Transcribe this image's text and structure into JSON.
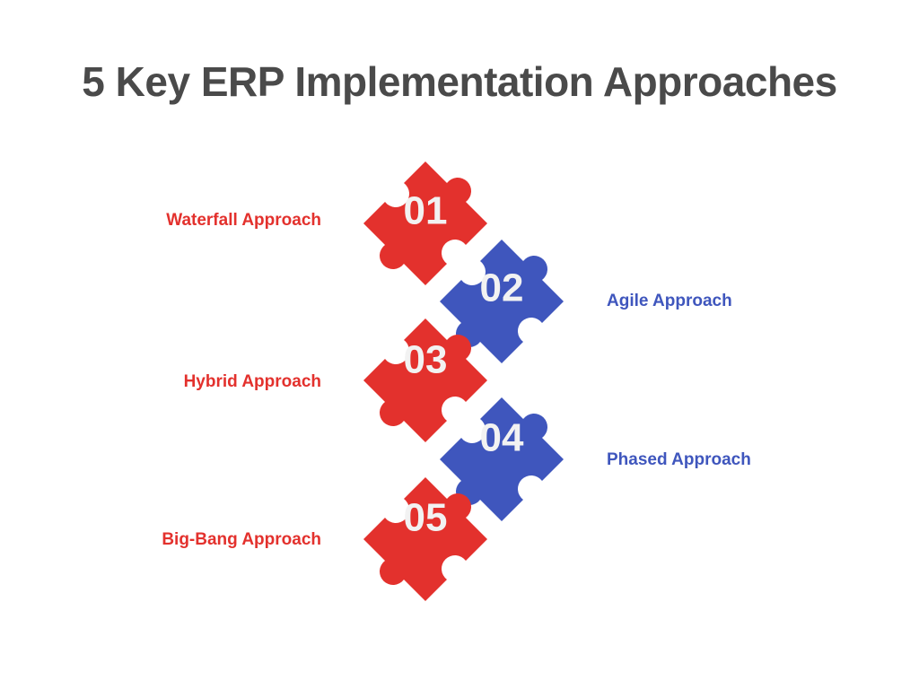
{
  "title": "5 Key ERP Implementation Approaches",
  "colors": {
    "red": "#e3312d",
    "blue": "#3f56bd",
    "title": "#4a4a4a",
    "number": "#f2f2f2"
  },
  "pieces": [
    {
      "number": "01",
      "label": "Waterfall Approach",
      "side": "left",
      "color": "red"
    },
    {
      "number": "02",
      "label": "Agile Approach",
      "side": "right",
      "color": "blue"
    },
    {
      "number": "03",
      "label": "Hybrid Approach",
      "side": "left",
      "color": "red"
    },
    {
      "number": "04",
      "label": "Phased Approach",
      "side": "right",
      "color": "blue"
    },
    {
      "number": "05",
      "label": "Big-Bang Approach",
      "side": "left",
      "color": "red"
    }
  ]
}
